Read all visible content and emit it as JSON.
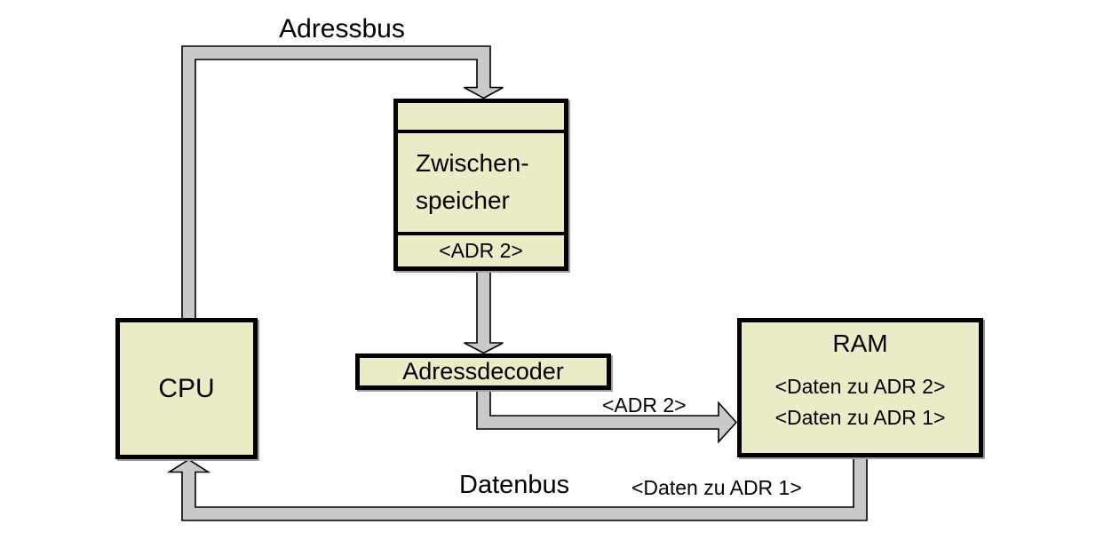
{
  "diagram": {
    "title": "CPU - RAM address/data bus diagram",
    "bus_labels": {
      "adressbus": "Adressbus",
      "datenbus": "Datenbus",
      "adr2_on_bus": "<ADR 2>",
      "daten_zu_adr1_on_bus": "<Daten zu ADR 1>"
    },
    "boxes": {
      "cpu": {
        "title": "CPU"
      },
      "zwischenspeicher": {
        "title_line1": "Zwischen-",
        "title_line2": "speicher",
        "adr_slot": "<ADR 2>"
      },
      "adressdecoder": {
        "title": "Adressdecoder"
      },
      "ram": {
        "title": "RAM",
        "rows": [
          "<Daten zu ADR 2>",
          "<Daten zu ADR 1>"
        ]
      }
    },
    "colors": {
      "background": "#ffffff",
      "box_fill": "#ebebc8",
      "box_border": "#000000",
      "bus_fill": "#c9c9c9",
      "bus_outline": "#000000"
    }
  }
}
